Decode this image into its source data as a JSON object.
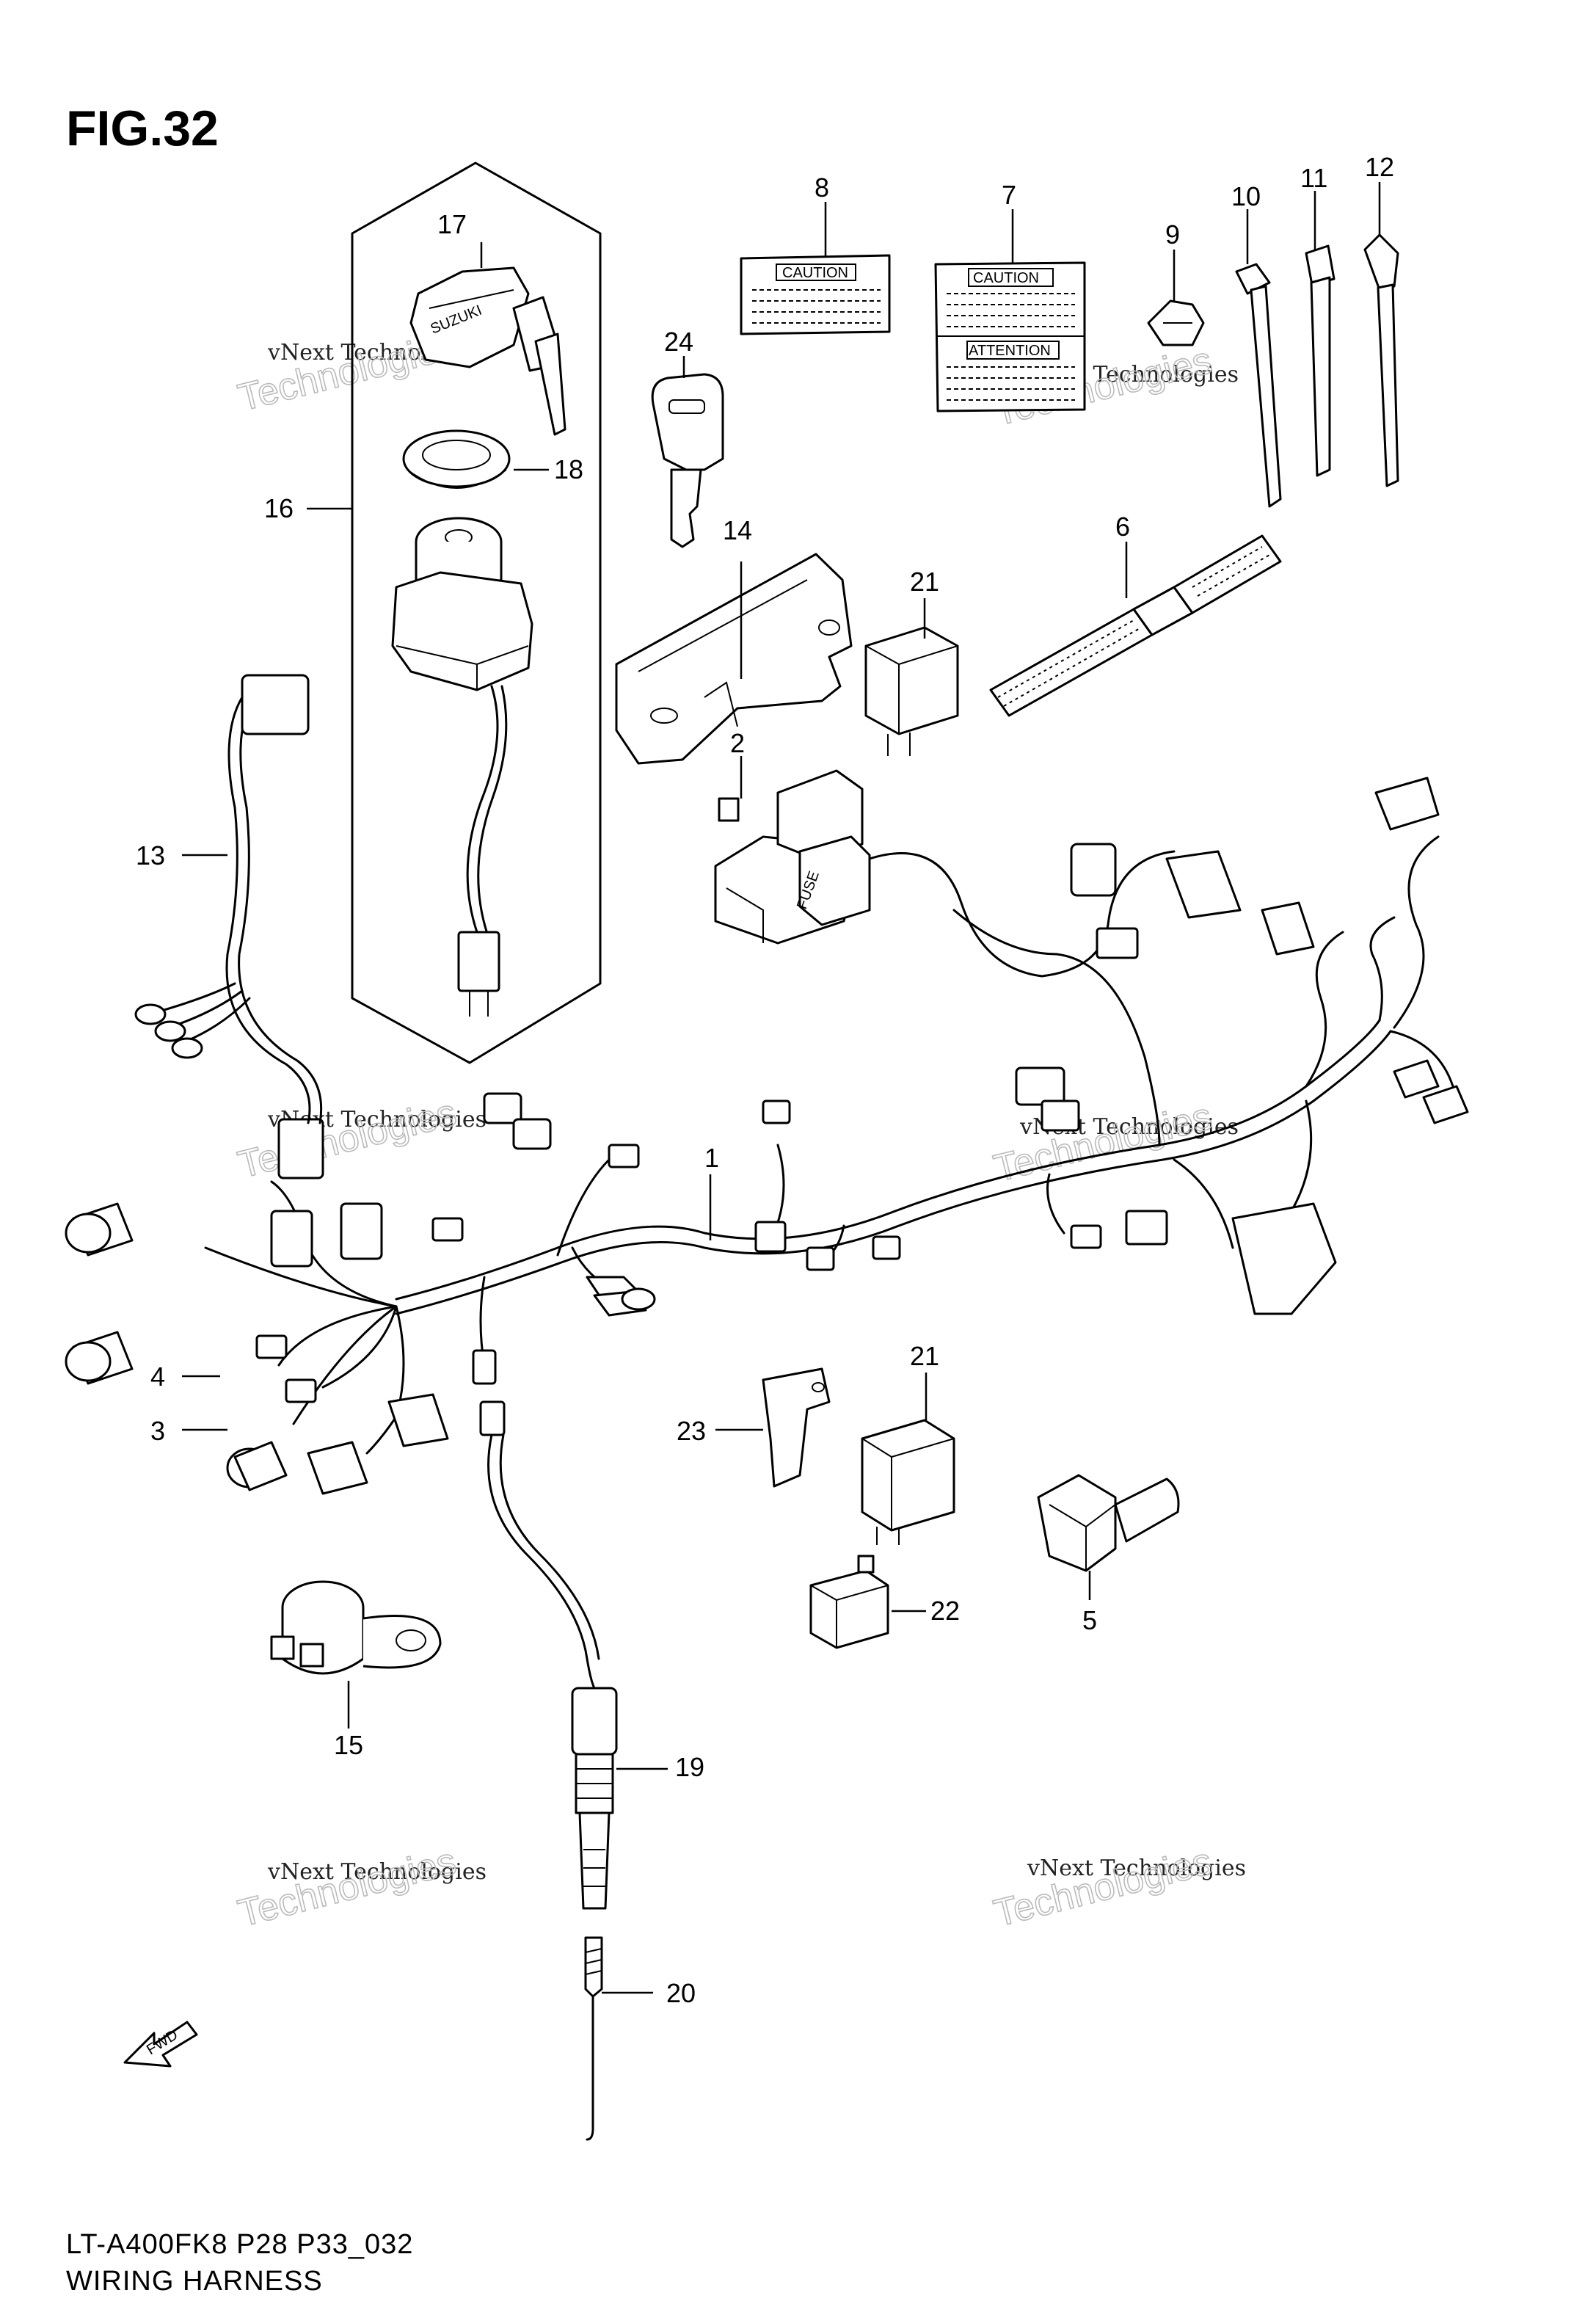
{
  "figure": {
    "title": "FIG.32",
    "model_code": "LT-A400FK8 P28 P33_032",
    "caption": "WIRING HARNESS"
  },
  "callouts": [
    "1",
    "2",
    "3",
    "4",
    "5",
    "6",
    "7",
    "8",
    "9",
    "10",
    "11",
    "12",
    "13",
    "14",
    "15",
    "16",
    "17",
    "18",
    "19",
    "20",
    "21",
    "21",
    "22",
    "23",
    "24"
  ],
  "labels": {
    "caution_small": "CAUTION",
    "caution_large": "CAUTION",
    "attention": "ATTENTION",
    "fuse": "FUSE",
    "key_brand": "SUZUKI",
    "fwd": "FWD"
  },
  "watermark": {
    "line1": "vNext Technologies",
    "line2": "Technologies"
  }
}
